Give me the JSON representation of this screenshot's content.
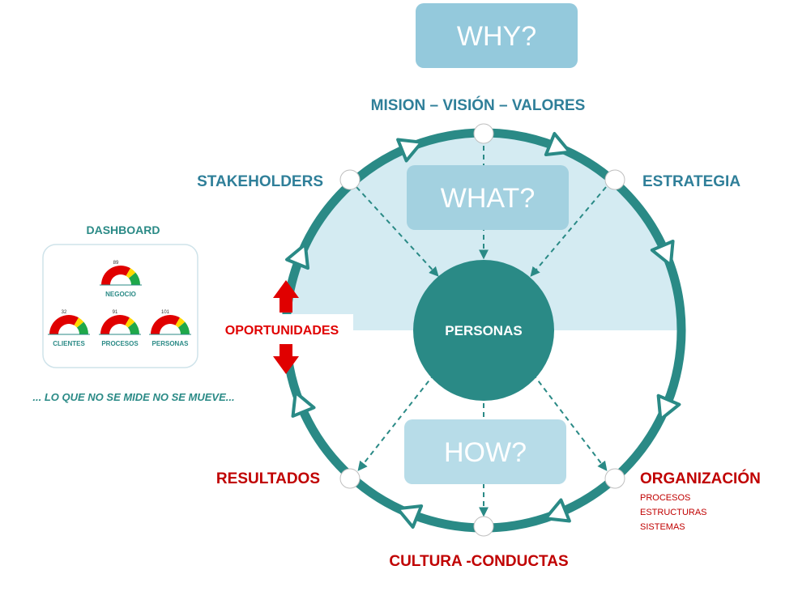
{
  "boxes": {
    "why": "WHY?",
    "what": "WHAT?",
    "how": "HOW?"
  },
  "center": "PERSONAS",
  "nodes": {
    "top": "MISION – VISIÓN – VALORES",
    "top_left": "STAKEHOLDERS",
    "top_right": "ESTRATEGIA",
    "bottom_left": "RESULTADOS",
    "bottom_right": "ORGANIZACIÓN",
    "bottom": "CULTURA -CONDUCTAS"
  },
  "organizacion_items": [
    "PROCESOS",
    "ESTRUCTURAS",
    "SISTEMAS"
  ],
  "oportunidades": "OPORTUNIDADES",
  "dashboard": {
    "title": "DASHBOARD",
    "gauges": [
      {
        "label": "NEGOCIO",
        "value": "89"
      },
      {
        "label": "CLIENTES",
        "value": "32"
      },
      {
        "label": "PROCESOS",
        "value": "91"
      },
      {
        "label": "PERSONAS",
        "value": "101"
      }
    ]
  },
  "slogan": "... LO QUE NO SE MIDE NO SE MUEVE...",
  "colors": {
    "teal": "#2a8a86",
    "label_teal": "#2f7f99",
    "box_blue": "#94c9dc",
    "box_light": "#a9d6e3",
    "shade": "#d4ebf2",
    "red": "#c00000",
    "arrow_red": "#e00000"
  }
}
